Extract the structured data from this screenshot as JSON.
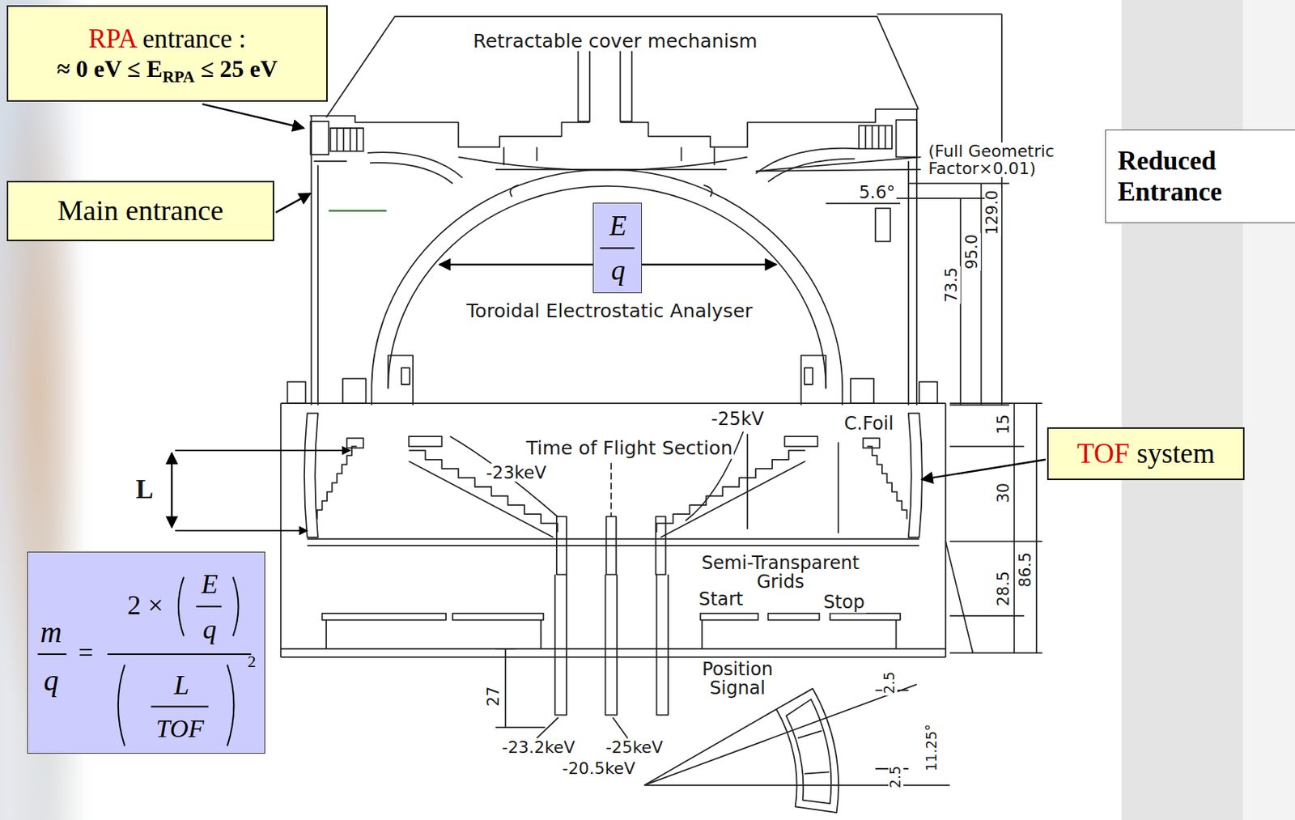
{
  "diagram": {
    "nodes": [
      {
        "text": [
          "RPA entrance :",
          "≈ 0 eV ≤ ERPA ≤ 25 eV"
        ]
      },
      {
        "text": [
          "Main entrance"
        ]
      },
      {
        "text": [
          "Reduced Entrance"
        ]
      },
      {
        "text": [
          "E",
          "q"
        ]
      },
      {
        "text": [
          "TOF system"
        ]
      },
      {
        "text": [
          "m",
          "q",
          "=",
          "2 ×",
          "E",
          "q",
          "L",
          "TOF",
          "2"
        ]
      }
    ],
    "labels": [
      "Retractable cover mechanism",
      "(Full Geometric Factor×0.01)",
      "5.6°",
      "129.0",
      "95.0",
      "73.5",
      "Toroidal Electrostatic Analyser",
      "-25kV",
      "C.Foil",
      "15",
      "Time of Flight Section",
      "-23keV",
      "30",
      "86.5",
      "Semi-Transparent Grids",
      "28.5",
      "Start",
      "Stop",
      "Position Signal",
      "27",
      "2.5",
      "-23.2keV",
      "-25keV",
      "-20.5keV",
      "11.25°",
      "2.5",
      "L"
    ]
  }
}
